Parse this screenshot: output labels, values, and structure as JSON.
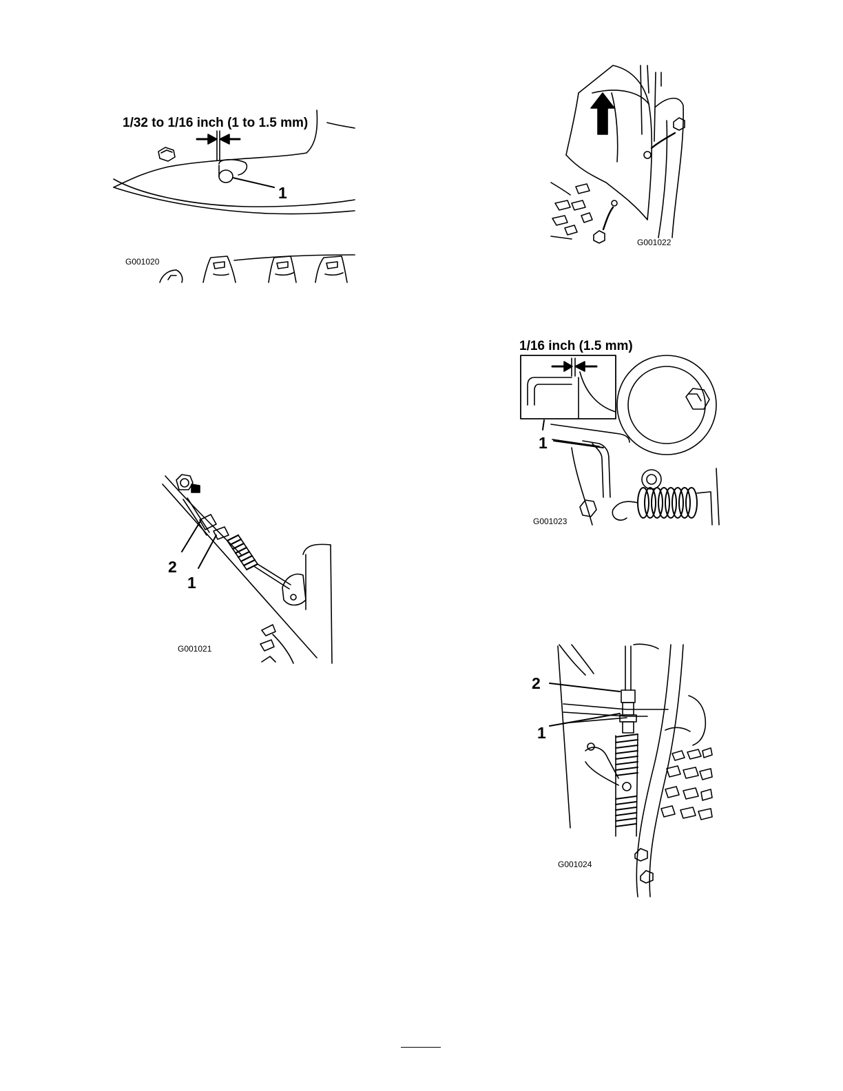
{
  "figures": [
    {
      "id": "G001020",
      "dimension": "1/32 to 1/16 inch (1 to 1.5 mm)",
      "callouts": [
        "1"
      ],
      "code": "G001020"
    },
    {
      "id": "G001021",
      "callouts": [
        "2",
        "1"
      ],
      "code": "G001021"
    },
    {
      "id": "G001022",
      "callouts": [],
      "code": "G001022"
    },
    {
      "id": "G001023",
      "dimension": "1/16 inch (1.5 mm)",
      "callouts": [
        "1"
      ],
      "code": "G001023"
    },
    {
      "id": "G001024",
      "callouts": [
        "2",
        "1"
      ],
      "code": "G001024"
    }
  ]
}
